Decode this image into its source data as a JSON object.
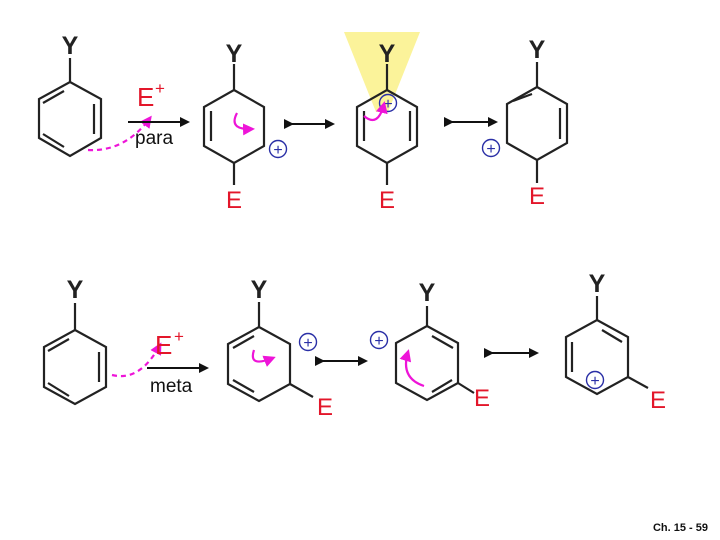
{
  "labels": {
    "substituent": "Y",
    "electrophile_group": "E",
    "electrophile": "E",
    "electrophile_charge": "+",
    "positive_charge": "+"
  },
  "reactions": [
    {
      "condition": "para"
    },
    {
      "condition": "meta"
    }
  ],
  "footer": "Ch. 15 - 59",
  "colors": {
    "bond": "#222222",
    "electrophile": "#e3162a",
    "curved_arrow": "#ee14d8",
    "charge": "#2a2fa6",
    "highlight": "#fbf39a"
  }
}
